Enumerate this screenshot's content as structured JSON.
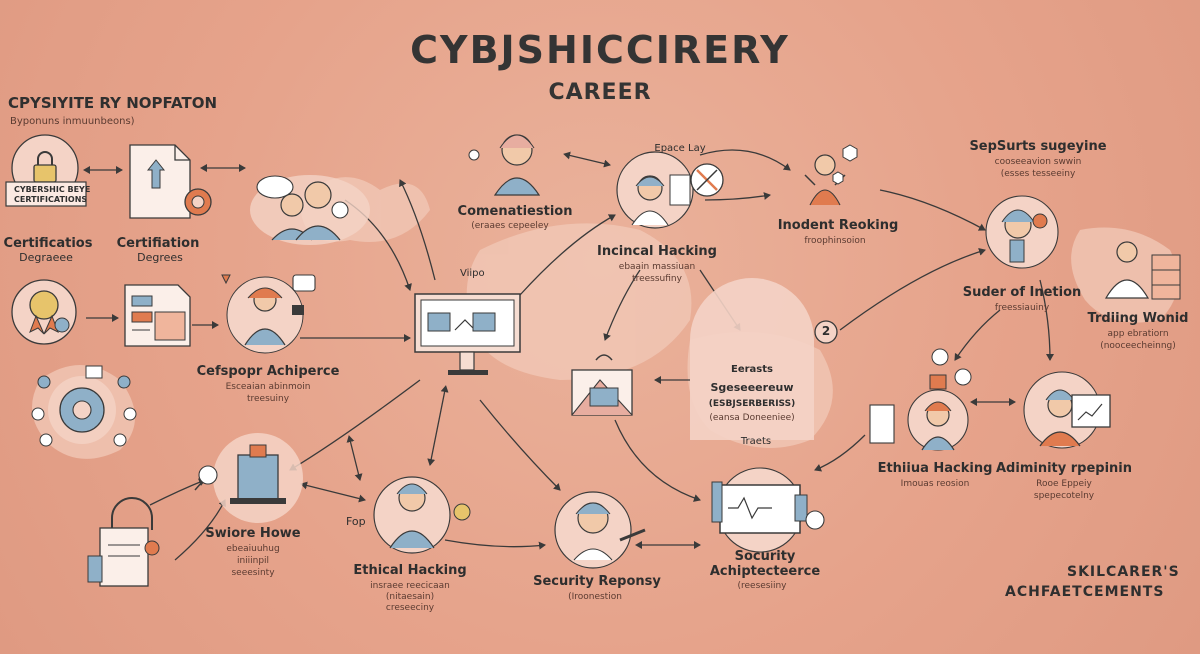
{
  "header": {
    "title": "CYBJSHICCIRERY",
    "subtitle": "CAREER"
  },
  "left_panel": {
    "heading": "CPYSIYITE RY NOPFATON",
    "subheading": "Byponuns inmuunbeons)",
    "badge_line1": "CYBERSHIC BEYE",
    "badge_line2": "CERTIFICATIONS",
    "cert1": "Certificatios",
    "cert1_sub": "Degraeee",
    "cert2": "Certifiation",
    "cert2_sub": "Degrees"
  },
  "nodes": {
    "comm": {
      "title": "Comenatiestion",
      "sub": "(eraaes cepeeley"
    },
    "space": "Epace Lay",
    "incidental": {
      "title": "Incincal Hacking",
      "sub1": "ebaain massiuan",
      "sub2": "treessufiny"
    },
    "incident": {
      "title": "Inodent Reoking",
      "sub": "froophinsoion"
    },
    "video": "Viipo",
    "cert_ach": {
      "title": "Cefspopr Achiperce",
      "sub1": "Esceaian abinmoin",
      "sub2": "treesuiny"
    },
    "security_box": {
      "top": "Eerasts",
      "title": "Sgeseeereuw",
      "sub": "(ESBJSERBERISS)",
      "sub2": "(eansa Doneeniee)"
    },
    "traits": "Traets",
    "swiore": {
      "title": "Swiore Howe",
      "sub1": "ebeaiuuhug",
      "sub2": "iniiinpil",
      "sub3": "seeesinty"
    },
    "fop": "Fop",
    "ethical": {
      "title": "Ethical Hacking",
      "sub1": "insraee reecicaan",
      "sub2": "(nitaesain)",
      "sub3": "creseeciny"
    },
    "sec_rep": {
      "title": "Security Reponsy",
      "sub": "(Iroonestion"
    },
    "sec_arch": {
      "title": "Socurity",
      "title2": "Achiptecteerce",
      "sub": "(reesesiiny"
    },
    "sepsurts": {
      "title": "SepSurts sugeyine",
      "sub1": "cooseeavion swwin",
      "sub2": "(esses tesseeiny"
    },
    "suder": {
      "title": "Suder of Inetion",
      "sub": "freessiauiny"
    },
    "training": {
      "title": "Trdiing Wonid",
      "sub1": "app ebratiorn",
      "sub2": "(nooceecheinng)"
    },
    "ethiiua": {
      "title": "Ethiiua Hacking",
      "sub": "Imouas reosion"
    },
    "adiminity": {
      "title": "Adiminity rpepinin",
      "sub1": "Rooe Eppeiy",
      "sub2": "spepecotelny"
    },
    "badge2": "2"
  },
  "footer": {
    "line1": "SKILCARER'S",
    "line2": "ACHFAETCEMENTS"
  },
  "colors": {
    "background": "#e6a38b",
    "blob": "#f2c9b8",
    "circle": "#f4d3c6",
    "outline": "#3a3a3a",
    "blue": "#8fb0c8",
    "accent_orange": "#e07b4f"
  }
}
